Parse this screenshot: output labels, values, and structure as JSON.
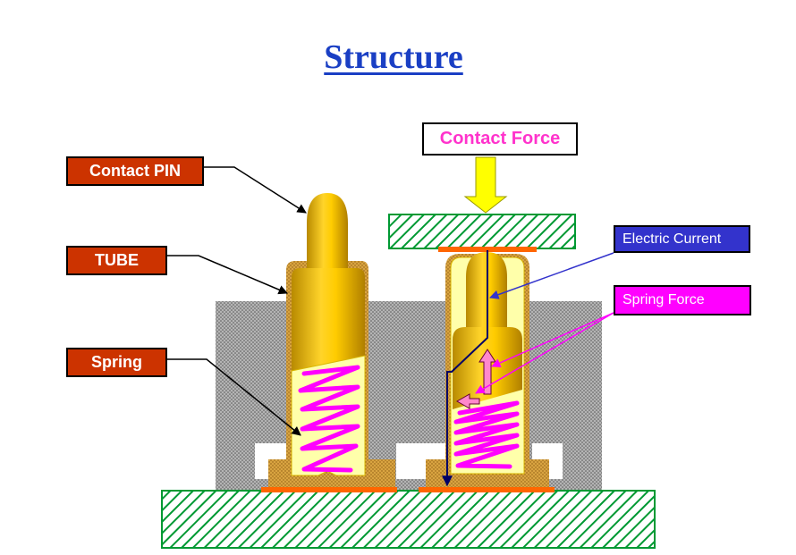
{
  "title": "Structure",
  "labels": {
    "contact_pin": "Contact PIN",
    "tube": "TUBE",
    "spring": "Spring",
    "contact_force": "Contact Force",
    "electric_current": "Electric Current",
    "spring_force": "Spring Force"
  },
  "colors": {
    "title": "#1a3fc4",
    "label_box": "#cc3300",
    "contact_force_text": "#ff33cc",
    "electric_current_box": "#3333cc",
    "spring_force_box": "#ff00ff",
    "board_green": "#009933",
    "housing_gray": "#a0a0a0",
    "gold": "#e8b800",
    "spring": "#ff00ff",
    "force_arrow": "#ffff00",
    "contact_pad": "#ff6600"
  }
}
